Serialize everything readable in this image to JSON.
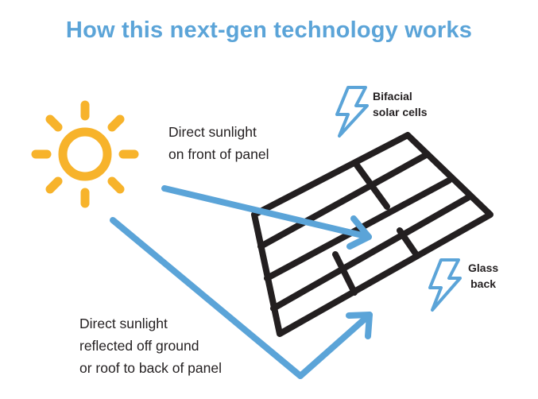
{
  "title": "How this next-gen technology works",
  "labels": {
    "front_light": [
      "Direct sunlight",
      "on front of panel"
    ],
    "reflected_light": [
      "Direct sunlight",
      "reflected off ground",
      "or roof to back of panel"
    ],
    "bifacial": [
      "Bifacial",
      "solar cells"
    ],
    "glass": [
      "Glass",
      "back"
    ]
  },
  "icons": {
    "sun": "sun-icon",
    "bolt": "lightning-bolt-icon"
  },
  "colors": {
    "title": "#5ba4d8",
    "arrow": "#5ba4d8",
    "sun": "#f7b32b",
    "panel": "#231f20",
    "text": "#231f20"
  }
}
